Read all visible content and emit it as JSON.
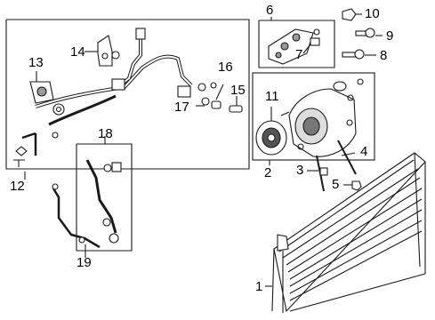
{
  "colors": {
    "stroke": "#1a1a1a",
    "part_fill": "#ffffff",
    "shade": "#8a8a8a",
    "dark": "#3a3a3a"
  },
  "callouts": {
    "p1": "1",
    "p2": "2",
    "p3": "3",
    "p4": "4",
    "p5": "5",
    "p6": "6",
    "p7": "7",
    "p8": "8",
    "p9": "9",
    "p10": "10",
    "p11": "11",
    "p12": "12",
    "p13": "13",
    "p14": "14",
    "p15": "15",
    "p16": "16",
    "p17": "17",
    "p18": "18",
    "p19": "19"
  }
}
